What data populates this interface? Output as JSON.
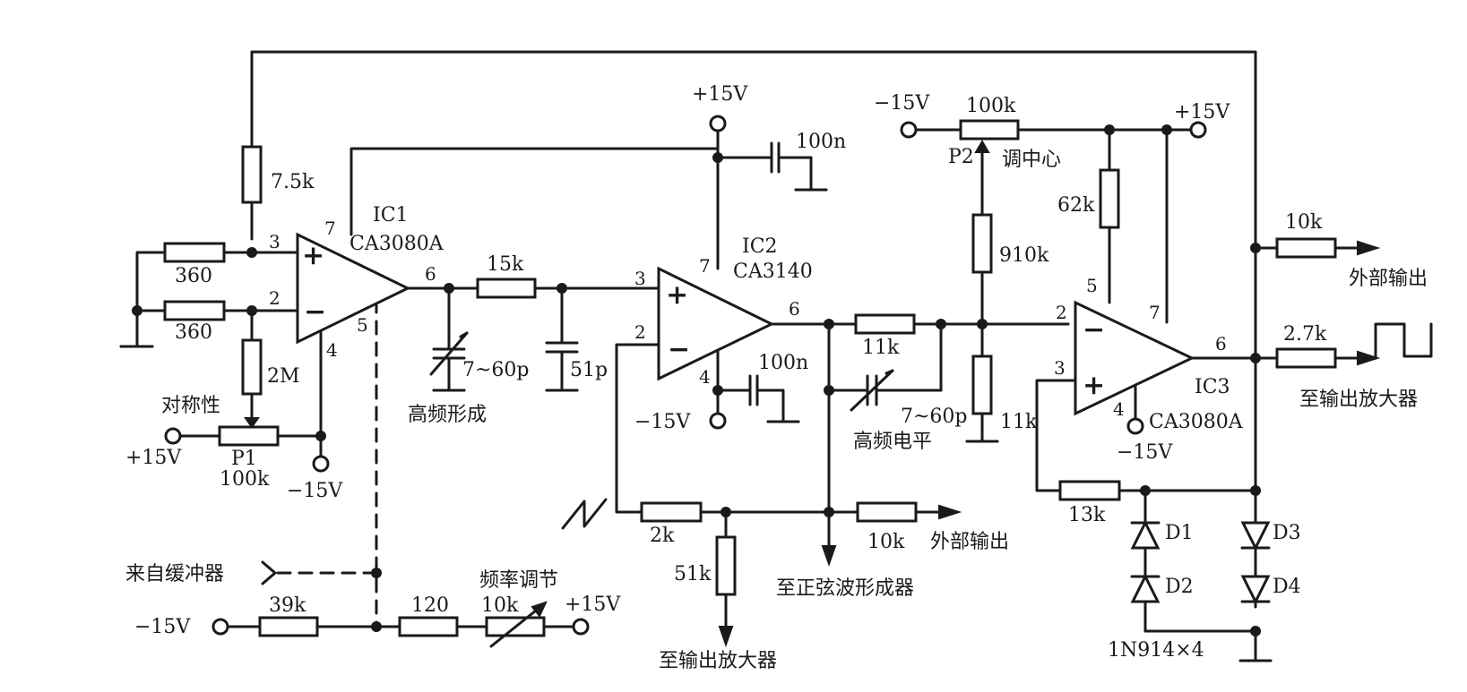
{
  "ic1": {
    "name": "IC1",
    "part": "CA3080A",
    "pin_plus": "3",
    "pin_minus": "2",
    "pin_out": "6",
    "pin_vplus": "7",
    "pin_vminus": "4",
    "pin_iabc": "5",
    "plus": "+",
    "minus": "−"
  },
  "ic2": {
    "name": "IC2",
    "part": "CA3140",
    "pin_plus": "3",
    "pin_minus": "2",
    "pin_out": "6",
    "pin_vplus": "7",
    "pin_vminus": "4",
    "plus": "+",
    "minus": "−"
  },
  "ic3": {
    "name": "IC3",
    "part": "CA3080A",
    "pin_plus": "3",
    "pin_minus": "2",
    "pin_out": "6",
    "pin_vplus": "7",
    "pin_vminus": "4",
    "pin_iabc": "5",
    "plus": "+",
    "minus": "−"
  },
  "components": {
    "r_7k5": "7.5k",
    "r_360a": "360",
    "r_360b": "360",
    "r_2m": "2M",
    "p1": "P1",
    "p1_value": "100k",
    "r_15k": "15k",
    "c_7_60p_a": "7~60p",
    "c_51p": "51p",
    "c_100n_top": "100n",
    "c_100n_mid": "100n",
    "r_11k_series": "11k",
    "c_7_60p_b": "7~60p",
    "p2_value": "100k",
    "p2": "P2",
    "r_910k": "910k",
    "r_11k_shunt": "11k",
    "r_62k": "62k",
    "r_10k_out": "10k",
    "r_2k7": "2.7k",
    "r_13k": "13k",
    "r_2k": "2k",
    "r_51k": "51k",
    "r_10k_tri": "10k",
    "r_39k": "39k",
    "r_120": "120",
    "r_10k_freq": "10k",
    "d1": "D1",
    "d2": "D2",
    "d3": "D3",
    "d4": "D4",
    "diodes_part": "1N914×4"
  },
  "supplies": {
    "ic2_vplus": "+15V",
    "ic2_vminus": "−15V",
    "p1_left": "+15V",
    "p1_right": "−15V",
    "p2_left": "−15V",
    "ic3_vplus": "+15V",
    "ic3_vminus": "−15V",
    "freq_left": "−15V",
    "freq_right": "+15V"
  },
  "labels": {
    "symmetry": "对称性",
    "hf_shaping": "高频形成",
    "hf_level": "高频电平",
    "adjust_center": "调中心",
    "ext_out_square": "外部输出",
    "to_out_amp_square": "至输出放大器",
    "ext_out_triangle": "外部输出",
    "to_sine_shaper": "至正弦波形成器",
    "to_out_amp_triangle": "至输出放大器",
    "from_buffer": "来自缓冲器",
    "freq_adjust": "频率调节"
  }
}
